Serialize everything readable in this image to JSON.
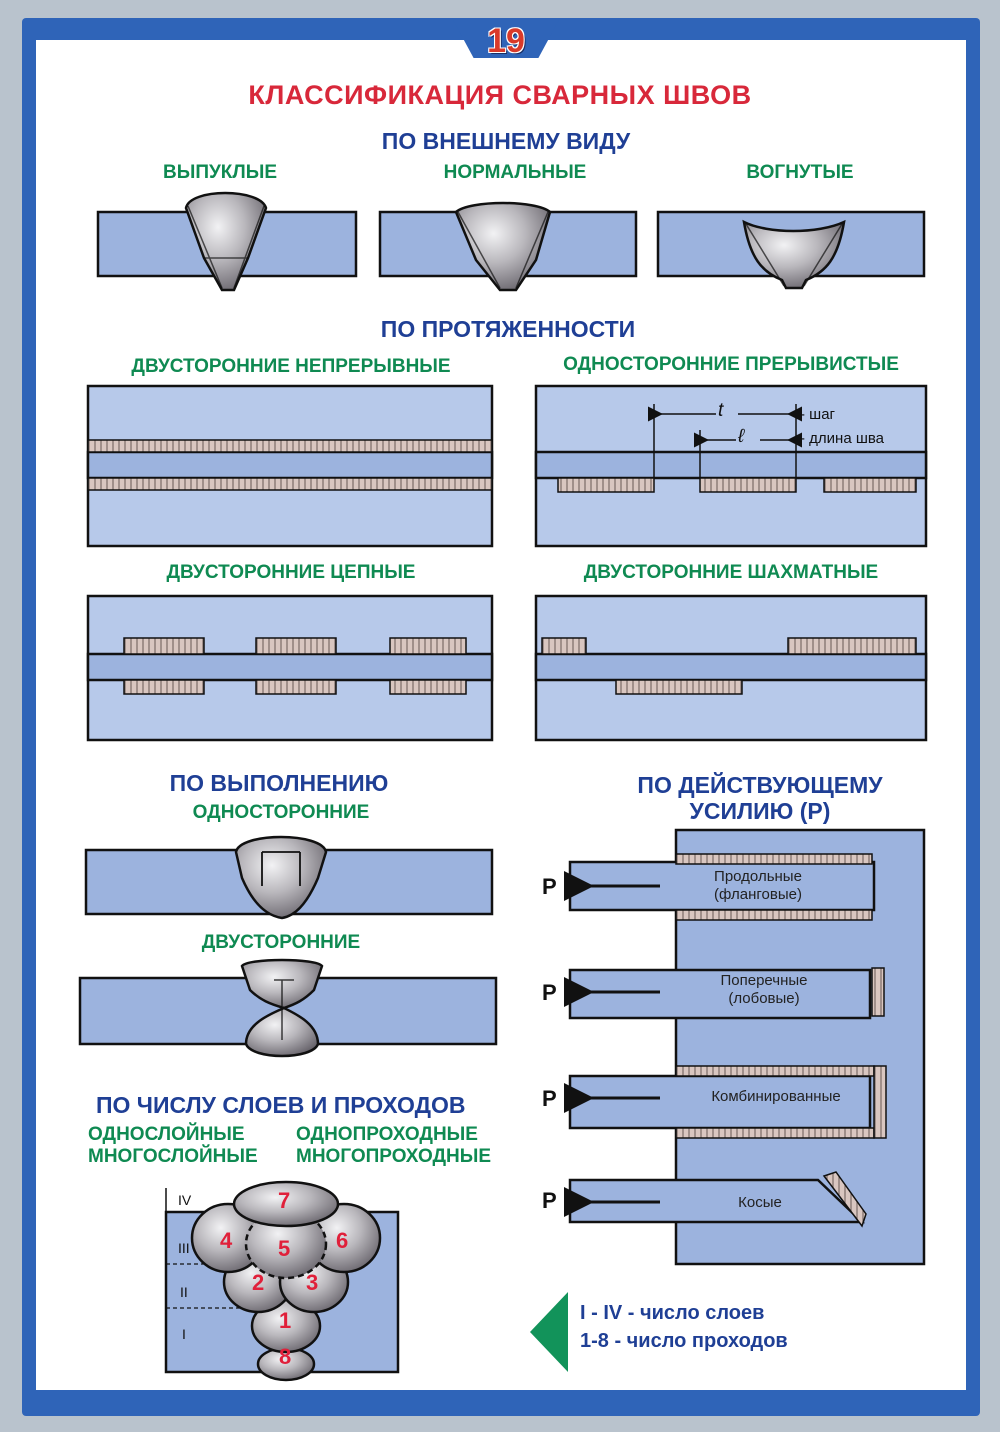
{
  "page_number": "19",
  "title": "КЛАССИФИКАЦИЯ СВАРНЫХ ШВОВ",
  "appearance": {
    "heading": "ПО ВНЕШНЕМУ ВИДУ",
    "types": [
      "ВЫПУКЛЫЕ",
      "НОРМАЛЬНЫЕ",
      "ВОГНУТЫЕ"
    ]
  },
  "extent": {
    "heading": "ПО ПРОТЯЖЕННОСТИ",
    "types": [
      "ДВУСТОРОННИЕ НЕПРЕРЫВНЫЕ",
      "ОДНОСТОРОННИЕ ПРЕРЫВИСТЫЕ",
      "ДВУСТОРОННИЕ ЦЕПНЫЕ",
      "ДВУСТОРОННИЕ ШАХМАТНЫЕ"
    ],
    "dim_t": "t",
    "dim_l": "ℓ",
    "dim_t_label": "- шаг",
    "dim_l_label": "- длина шва"
  },
  "execution": {
    "heading": "ПО ВЫПОЛНЕНИЮ",
    "types": [
      "ОДНОСТОРОННИЕ",
      "ДВУСТОРОННИЕ"
    ]
  },
  "force": {
    "heading_line1": "ПО ДЕЙСТВУЮЩЕМУ",
    "heading_line2": "УСИЛИЮ (Р)",
    "force_symbol": "Р",
    "types": [
      {
        "line1": "Продольные",
        "line2": "(фланговые)"
      },
      {
        "line1": "Поперечные",
        "line2": "(лобовые)"
      },
      {
        "line1": "Комбинированные",
        "line2": ""
      },
      {
        "line1": "Косые",
        "line2": ""
      }
    ]
  },
  "layers": {
    "heading": "ПО ЧИСЛУ СЛОЕВ И ПРОХОДОВ",
    "col1": [
      "ОДНОСЛОЙНЫЕ",
      "МНОГОСЛОЙНЫЕ"
    ],
    "col2": [
      "ОДНОПРОХОДНЫЕ",
      "МНОГОПРОХОДНЫЕ"
    ],
    "layer_labels": [
      "IV",
      "III",
      "II",
      "I"
    ],
    "pass_labels": [
      "7",
      "4",
      "5",
      "6",
      "2",
      "3",
      "1",
      "8"
    ]
  },
  "legend": {
    "line1": "I - IV - число слоев",
    "line2": "1-8 - число проходов"
  },
  "colors": {
    "frame": "#2f64b8",
    "title": "#d8283a",
    "heading_blue": "#1f3f95",
    "heading_green": "#0f8a52",
    "plate": "#9cb3de",
    "pass_numbers": "#e0203a"
  }
}
